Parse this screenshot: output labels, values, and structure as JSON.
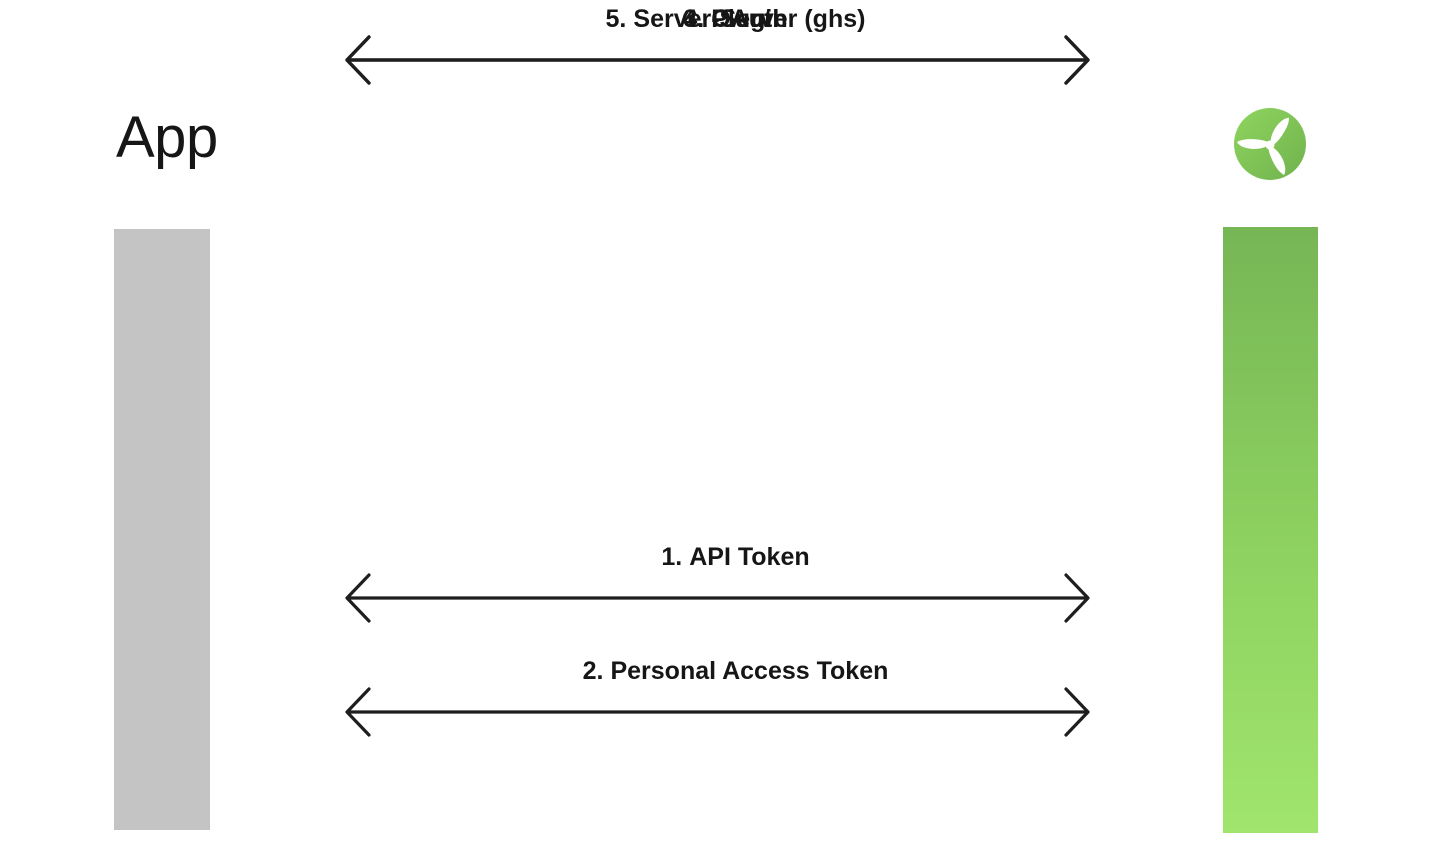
{
  "title": "App",
  "logo": {
    "icon": "wind-turbine-icon"
  },
  "colors": {
    "left_bar": "#c4c4c4",
    "right_bar_top": "#76b655",
    "right_bar_mid": "#8dd160",
    "right_bar_bottom": "#a0e56d",
    "logo_light": "#90d55f",
    "logo_dark": "#6fb24e",
    "arrow": "#1e1e1e",
    "text": "#161616",
    "bg": "#ffffff"
  },
  "connections": [
    {
      "number": "1.",
      "name": "API Token"
    },
    {
      "number": "2.",
      "name": "Personal Access Token"
    },
    {
      "number": "3.",
      "name": "OAuth"
    },
    {
      "number": "4.",
      "name": "Plugin"
    },
    {
      "number": "5.",
      "name": "Server-Server (ghs)"
    }
  ]
}
